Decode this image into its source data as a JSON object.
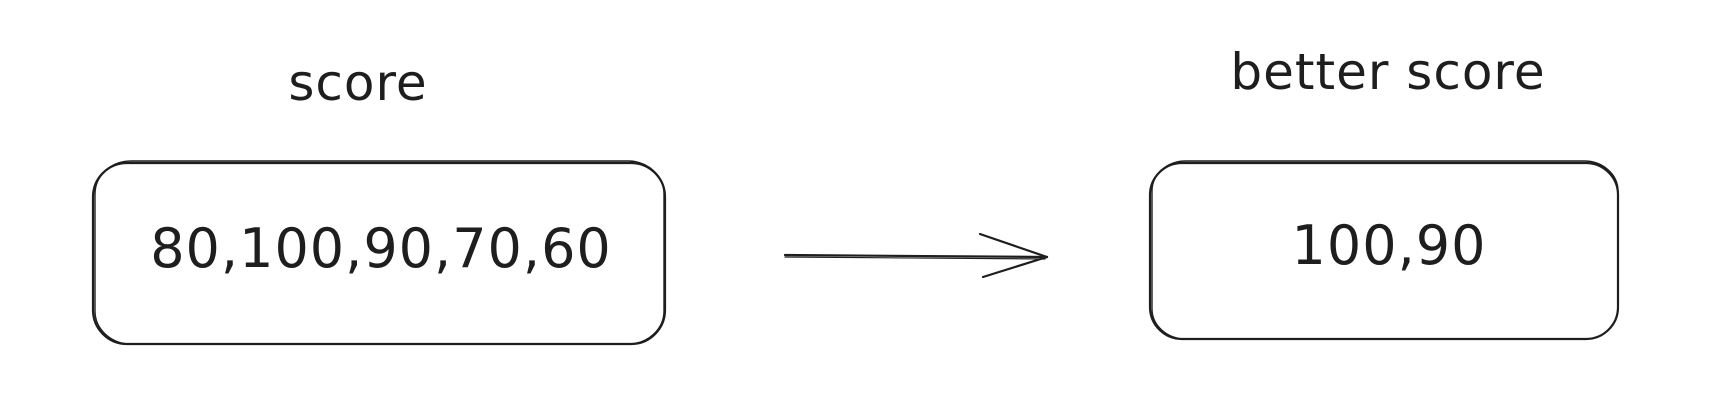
{
  "diagram": {
    "nodes": [
      {
        "id": "source",
        "label": "score",
        "content": "80,100,90,70,60"
      },
      {
        "id": "result",
        "label": "better score",
        "content": "100,90"
      }
    ],
    "edges": [
      {
        "from": "source",
        "to": "result",
        "style": "arrow"
      }
    ]
  },
  "colors": {
    "stroke": "#1e1e1e",
    "background": "#ffffff"
  }
}
